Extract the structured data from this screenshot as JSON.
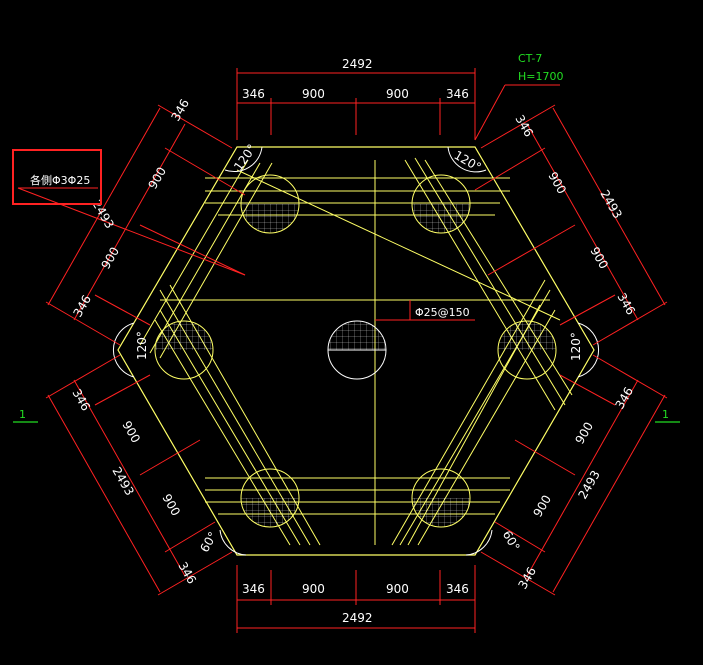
{
  "pile_cap": {
    "name": "CT-7",
    "height": "H=1700"
  },
  "dimensions": {
    "top_total": "2492",
    "bottom_total": "2492",
    "segments": [
      "346",
      "900",
      "900",
      "346"
    ],
    "side_total": "2493",
    "angles": [
      "120°",
      "120°",
      "120°",
      "120°",
      "60°",
      "60°"
    ]
  },
  "rebar": {
    "mesh_label": "Φ25@150",
    "edge_label": "各側Φ3Φ25"
  },
  "section_marks": {
    "left": "1",
    "right": "1"
  },
  "colors": {
    "background": "#000000",
    "outline": "#ffff66",
    "dimension": "#ff2222",
    "text": "#ffffff",
    "annotation": "#22dd22",
    "highlight_box": "#ff2222"
  }
}
